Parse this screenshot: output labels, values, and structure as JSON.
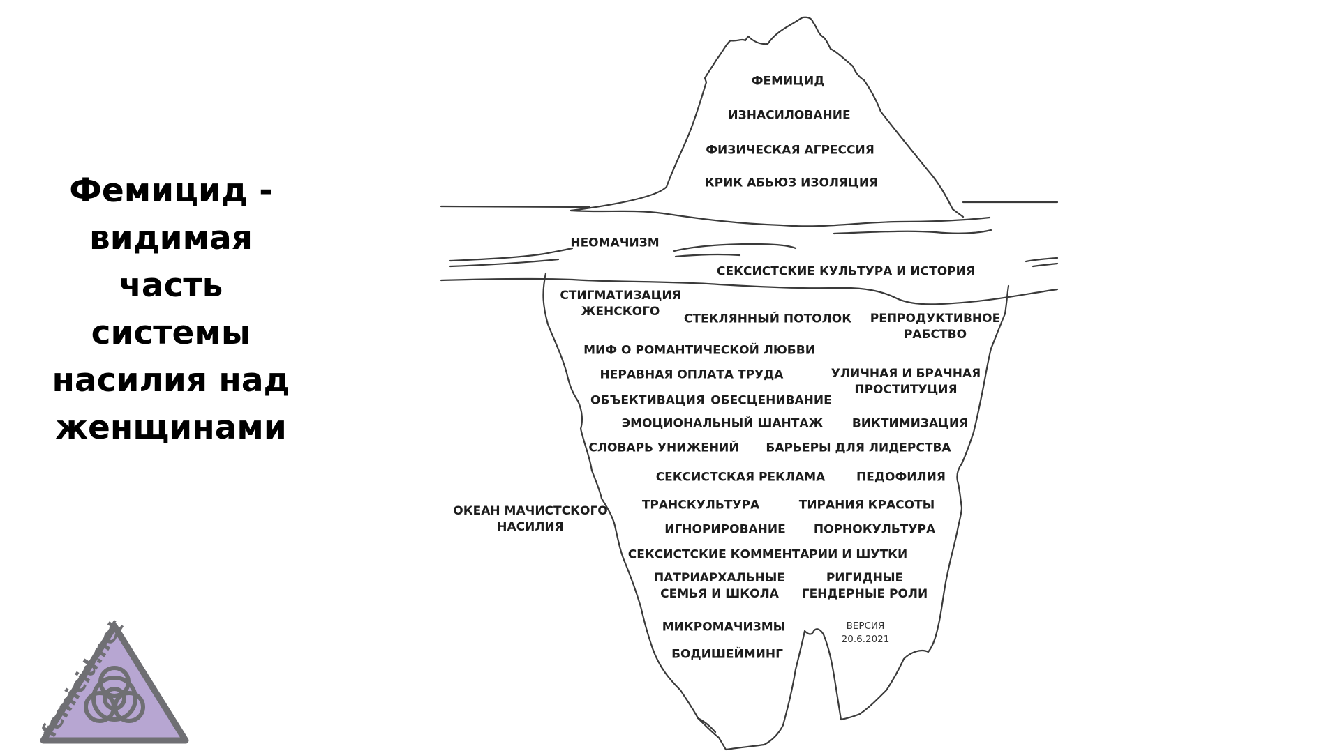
{
  "title_lines": [
    "Фемицид -",
    "видимая",
    "часть",
    "системы",
    "насилия над",
    "женщинами"
  ],
  "labels": {
    "femicide": [
      "ФЕМИЦИД"
    ],
    "rape": [
      "ИЗНАСИЛОВАНИЕ"
    ],
    "physical_aggression": [
      "ФИЗИЧЕСКАЯ АГРЕССИЯ"
    ],
    "shout_abuse_isolation": [
      "КРИК  АБЬЮЗ  ИЗОЛЯЦИЯ"
    ],
    "neomachismo": [
      "НЕОМАЧИЗМ"
    ],
    "sexist_culture_history": [
      "СЕКСИСТСКИЕ КУЛЬТУРА И ИСТОРИЯ"
    ],
    "stigmatization": [
      "СТИГМАТИЗАЦИЯ",
      "ЖЕНСКОГО"
    ],
    "glass_ceiling": [
      "СТЕКЛЯННЫЙ ПОТОЛОК"
    ],
    "reproductive_slavery": [
      "РЕПРОДУКТИВНОЕ",
      "РАБСТВО"
    ],
    "romantic_love_myth": [
      "МИФ О РОМАНТИЧЕСКОЙ ЛЮБВИ"
    ],
    "unequal_pay": [
      "НЕРАВНАЯ ОПЛАТА ТРУДА"
    ],
    "street_marriage_prostitution": [
      "УЛИЧНАЯ И БРАЧНАЯ",
      "ПРОСТИТУЦИЯ"
    ],
    "objectification": [
      "ОБЪЕКТИВАЦИЯ"
    ],
    "devaluation": [
      "ОБЕСЦЕНИВАНИЕ"
    ],
    "emotional_blackmail": [
      "ЭМОЦИОНАЛЬНЫЙ ШАНТАЖ"
    ],
    "victimization": [
      "ВИКТИМИЗАЦИЯ"
    ],
    "humiliation_vocabulary": [
      "СЛОВАРЬ УНИЖЕНИЙ"
    ],
    "leadership_barriers": [
      "БАРЬЕРЫ ДЛЯ ЛИДЕРСТВА"
    ],
    "sexist_ads": [
      "СЕКСИСТСКАЯ РЕКЛАМА"
    ],
    "pedophilia": [
      "ПЕДОФИЛИЯ"
    ],
    "ocean": [
      "ОКЕАН МАЧИСТСКОГО",
      "НАСИЛИЯ"
    ],
    "transculture": [
      "ТРАНСКУЛЬТУРА"
    ],
    "beauty_tyranny": [
      "ТИРАНИЯ КРАСОТЫ"
    ],
    "ignoring": [
      "ИГНОРИРОВАНИЕ"
    ],
    "pornoculture": [
      "ПОРНОКУЛЬТУРА"
    ],
    "sexist_comments_jokes": [
      "СЕКСИСТСКИЕ КОММЕНТАРИИ И ШУТКИ"
    ],
    "patriarchal_family_school": [
      "ПАТРИАРХАЛЬНЫЕ",
      "СЕМЬЯ И ШКОЛА"
    ],
    "rigid_gender_roles": [
      "РИГИДНЫЕ",
      "ГЕНДЕРНЫЕ РОЛИ"
    ],
    "micromachismos": [
      "МИКРОМАЧИЗМЫ"
    ],
    "body_shaming": [
      "БОДИШЕЙМИНГ"
    ],
    "version": [
      "ВЕРСИЯ",
      "20.6.2021"
    ]
  },
  "logo_text": "femicid.net",
  "colors": {
    "logo_fill": "#b7a6d2",
    "logo_stroke": "#6f6f73",
    "outline": "#3a3a3a"
  },
  "icons": {
    "logo": "biohazard-triangle-icon"
  }
}
